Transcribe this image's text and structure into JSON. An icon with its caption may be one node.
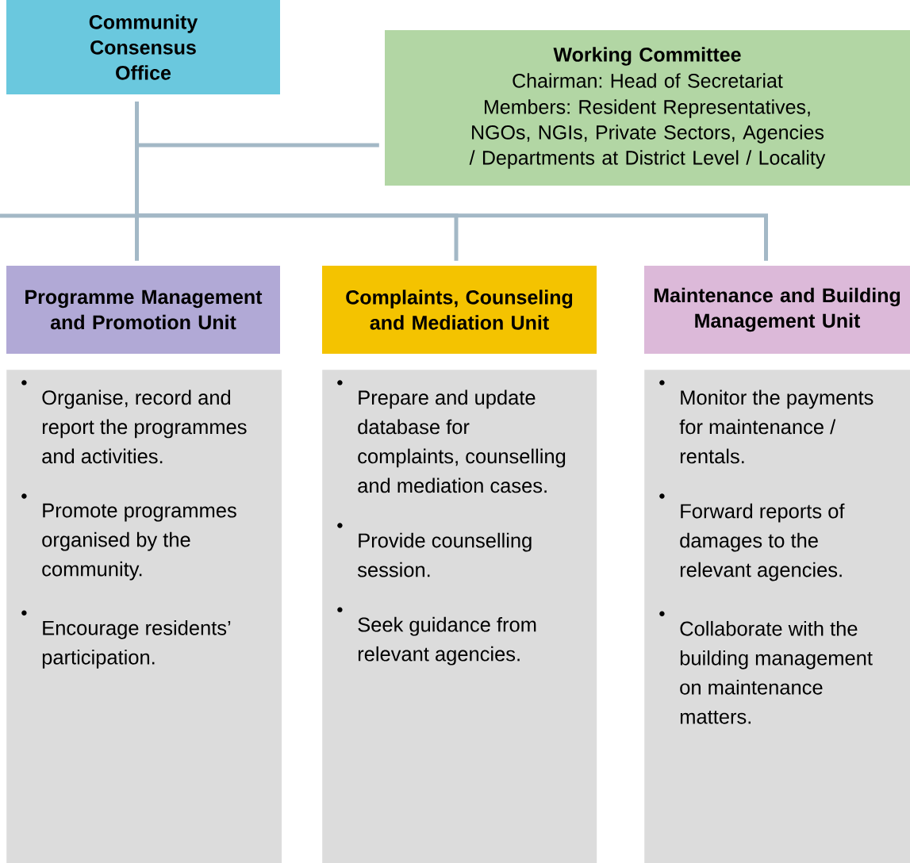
{
  "diagram": {
    "nodes": [
      {
        "text": [
          "Community Consensus Office"
        ]
      },
      {
        "text": [
          "Working Committee",
          "Chairman: Head of Secretariat",
          "Members: Resident Representatives, NGOs, NGIs, Private Sectors, Agencies / Departments at District Level / Locality"
        ]
      },
      {
        "text": [
          "Programme Management and Promotion Unit"
        ]
      },
      {
        "text": [
          "Complaints, Counseling and Mediation Unit"
        ]
      },
      {
        "text": [
          "Maintenance and Building Management Unit"
        ]
      },
      {
        "text": [
          "Organise, record and report the programmes and activities.",
          "Promote programmes organised by the community.",
          "Encourage residents’ participation."
        ]
      },
      {
        "text": [
          "Prepare and update database for complaints, counselling and mediation cases.",
          "Provide counselling session.",
          "Seek guidance from relevant agencies."
        ]
      },
      {
        "text": [
          "Monitor the payments for maintenance / rentals.",
          "Forward reports of damages to the relevant agencies.",
          "Collaborate with the building management on maintenance matters."
        ]
      }
    ],
    "edges": [
      {
        "from": 0,
        "to": 1,
        "arrow": "none"
      },
      {
        "from": 0,
        "to": null,
        "arrow": "none"
      },
      {
        "from": 0,
        "to": 2,
        "arrow": "none"
      },
      {
        "from": 0,
        "to": 3,
        "arrow": "none"
      },
      {
        "from": 0,
        "to": 4,
        "arrow": "none"
      }
    ]
  }
}
